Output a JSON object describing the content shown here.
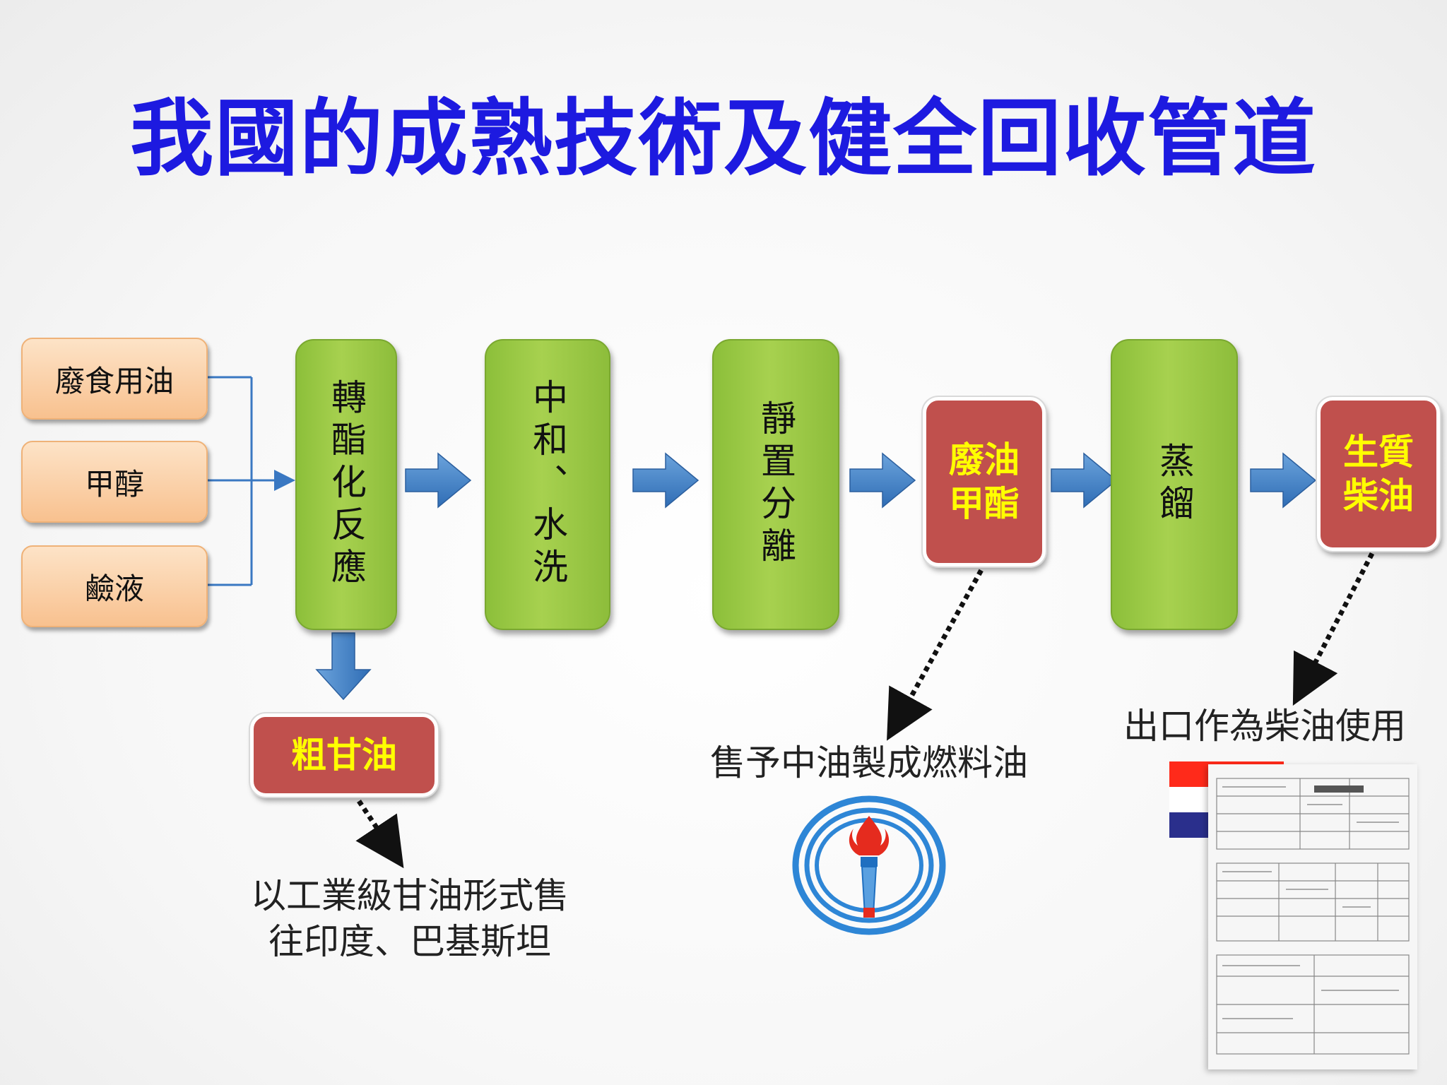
{
  "title": "我國的成熟技術及健全回收管道",
  "inputs": [
    "廢食用油",
    "甲醇",
    "鹼液"
  ],
  "steps": {
    "transesterification": "轉酯化反應",
    "neutralize_wash": "中和、水洗",
    "settle_separate": "靜置分離",
    "distillation": "蒸餾"
  },
  "products": {
    "waste_oil_methyl_ester": "廢油\n甲酯",
    "biodiesel": "生質\n柴油",
    "crude_glycerol": "粗甘油"
  },
  "captions": {
    "glycerol": "以工業級甘油形式售\n往印度、巴基斯坦",
    "cpc": "售予中油製成燃料油",
    "export": "出口作為柴油使用"
  },
  "colors": {
    "title": "#1d1ae0",
    "input_fill": "#f8c18f",
    "step_fill": "#9bc845",
    "product_fill": "#c0504d",
    "product_text": "#ffff00",
    "arrow_fill": "#4a86c9",
    "connector": "#3a78c2"
  },
  "icons": {
    "emblem": "cpc-torch-logo-icon",
    "flag": "netherlands-flag-icon",
    "document": "export-document-image"
  }
}
